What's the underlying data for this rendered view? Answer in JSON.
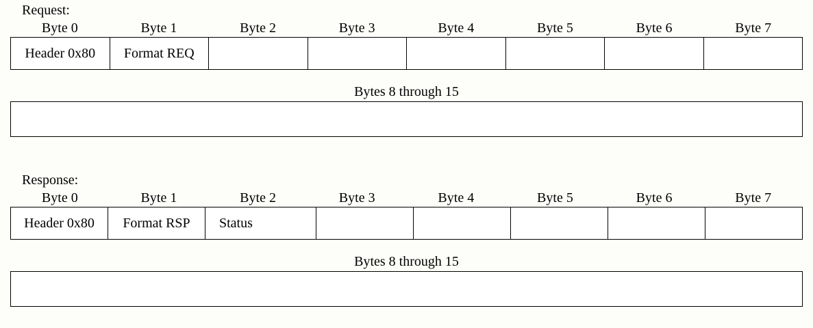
{
  "document": {
    "title": "Request / Response byte layout diagram",
    "background_color": "#fdfdf9",
    "line_color": "#000000",
    "text_color": "#000000"
  },
  "byte_headers": [
    "Byte 0",
    "Byte 1",
    "Byte 2",
    "Byte 3",
    "Byte 4",
    "Byte 5",
    "Byte 6",
    "Byte 7"
  ],
  "sections": [
    {
      "label": "Request:",
      "cells": [
        {
          "text": "Header 0x80",
          "align": "center"
        },
        {
          "text": "Format REQ",
          "align": "center"
        },
        {
          "text": "",
          "align": "center"
        },
        {
          "text": "",
          "align": "center"
        },
        {
          "text": "",
          "align": "center"
        },
        {
          "text": "",
          "align": "center"
        },
        {
          "text": "",
          "align": "center"
        },
        {
          "text": "",
          "align": "center"
        }
      ],
      "tail_label": "Bytes 8 through 15",
      "tail_text": ""
    },
    {
      "label": "Response:",
      "cells": [
        {
          "text": "Header 0x80",
          "align": "center"
        },
        {
          "text": "Format RSP",
          "align": "center"
        },
        {
          "text": "Status",
          "align": "left"
        },
        {
          "text": "",
          "align": "center"
        },
        {
          "text": "",
          "align": "center"
        },
        {
          "text": "",
          "align": "center"
        },
        {
          "text": "",
          "align": "center"
        },
        {
          "text": "",
          "align": "center"
        }
      ],
      "tail_label": "Bytes 8 through 15",
      "tail_text": ""
    }
  ]
}
